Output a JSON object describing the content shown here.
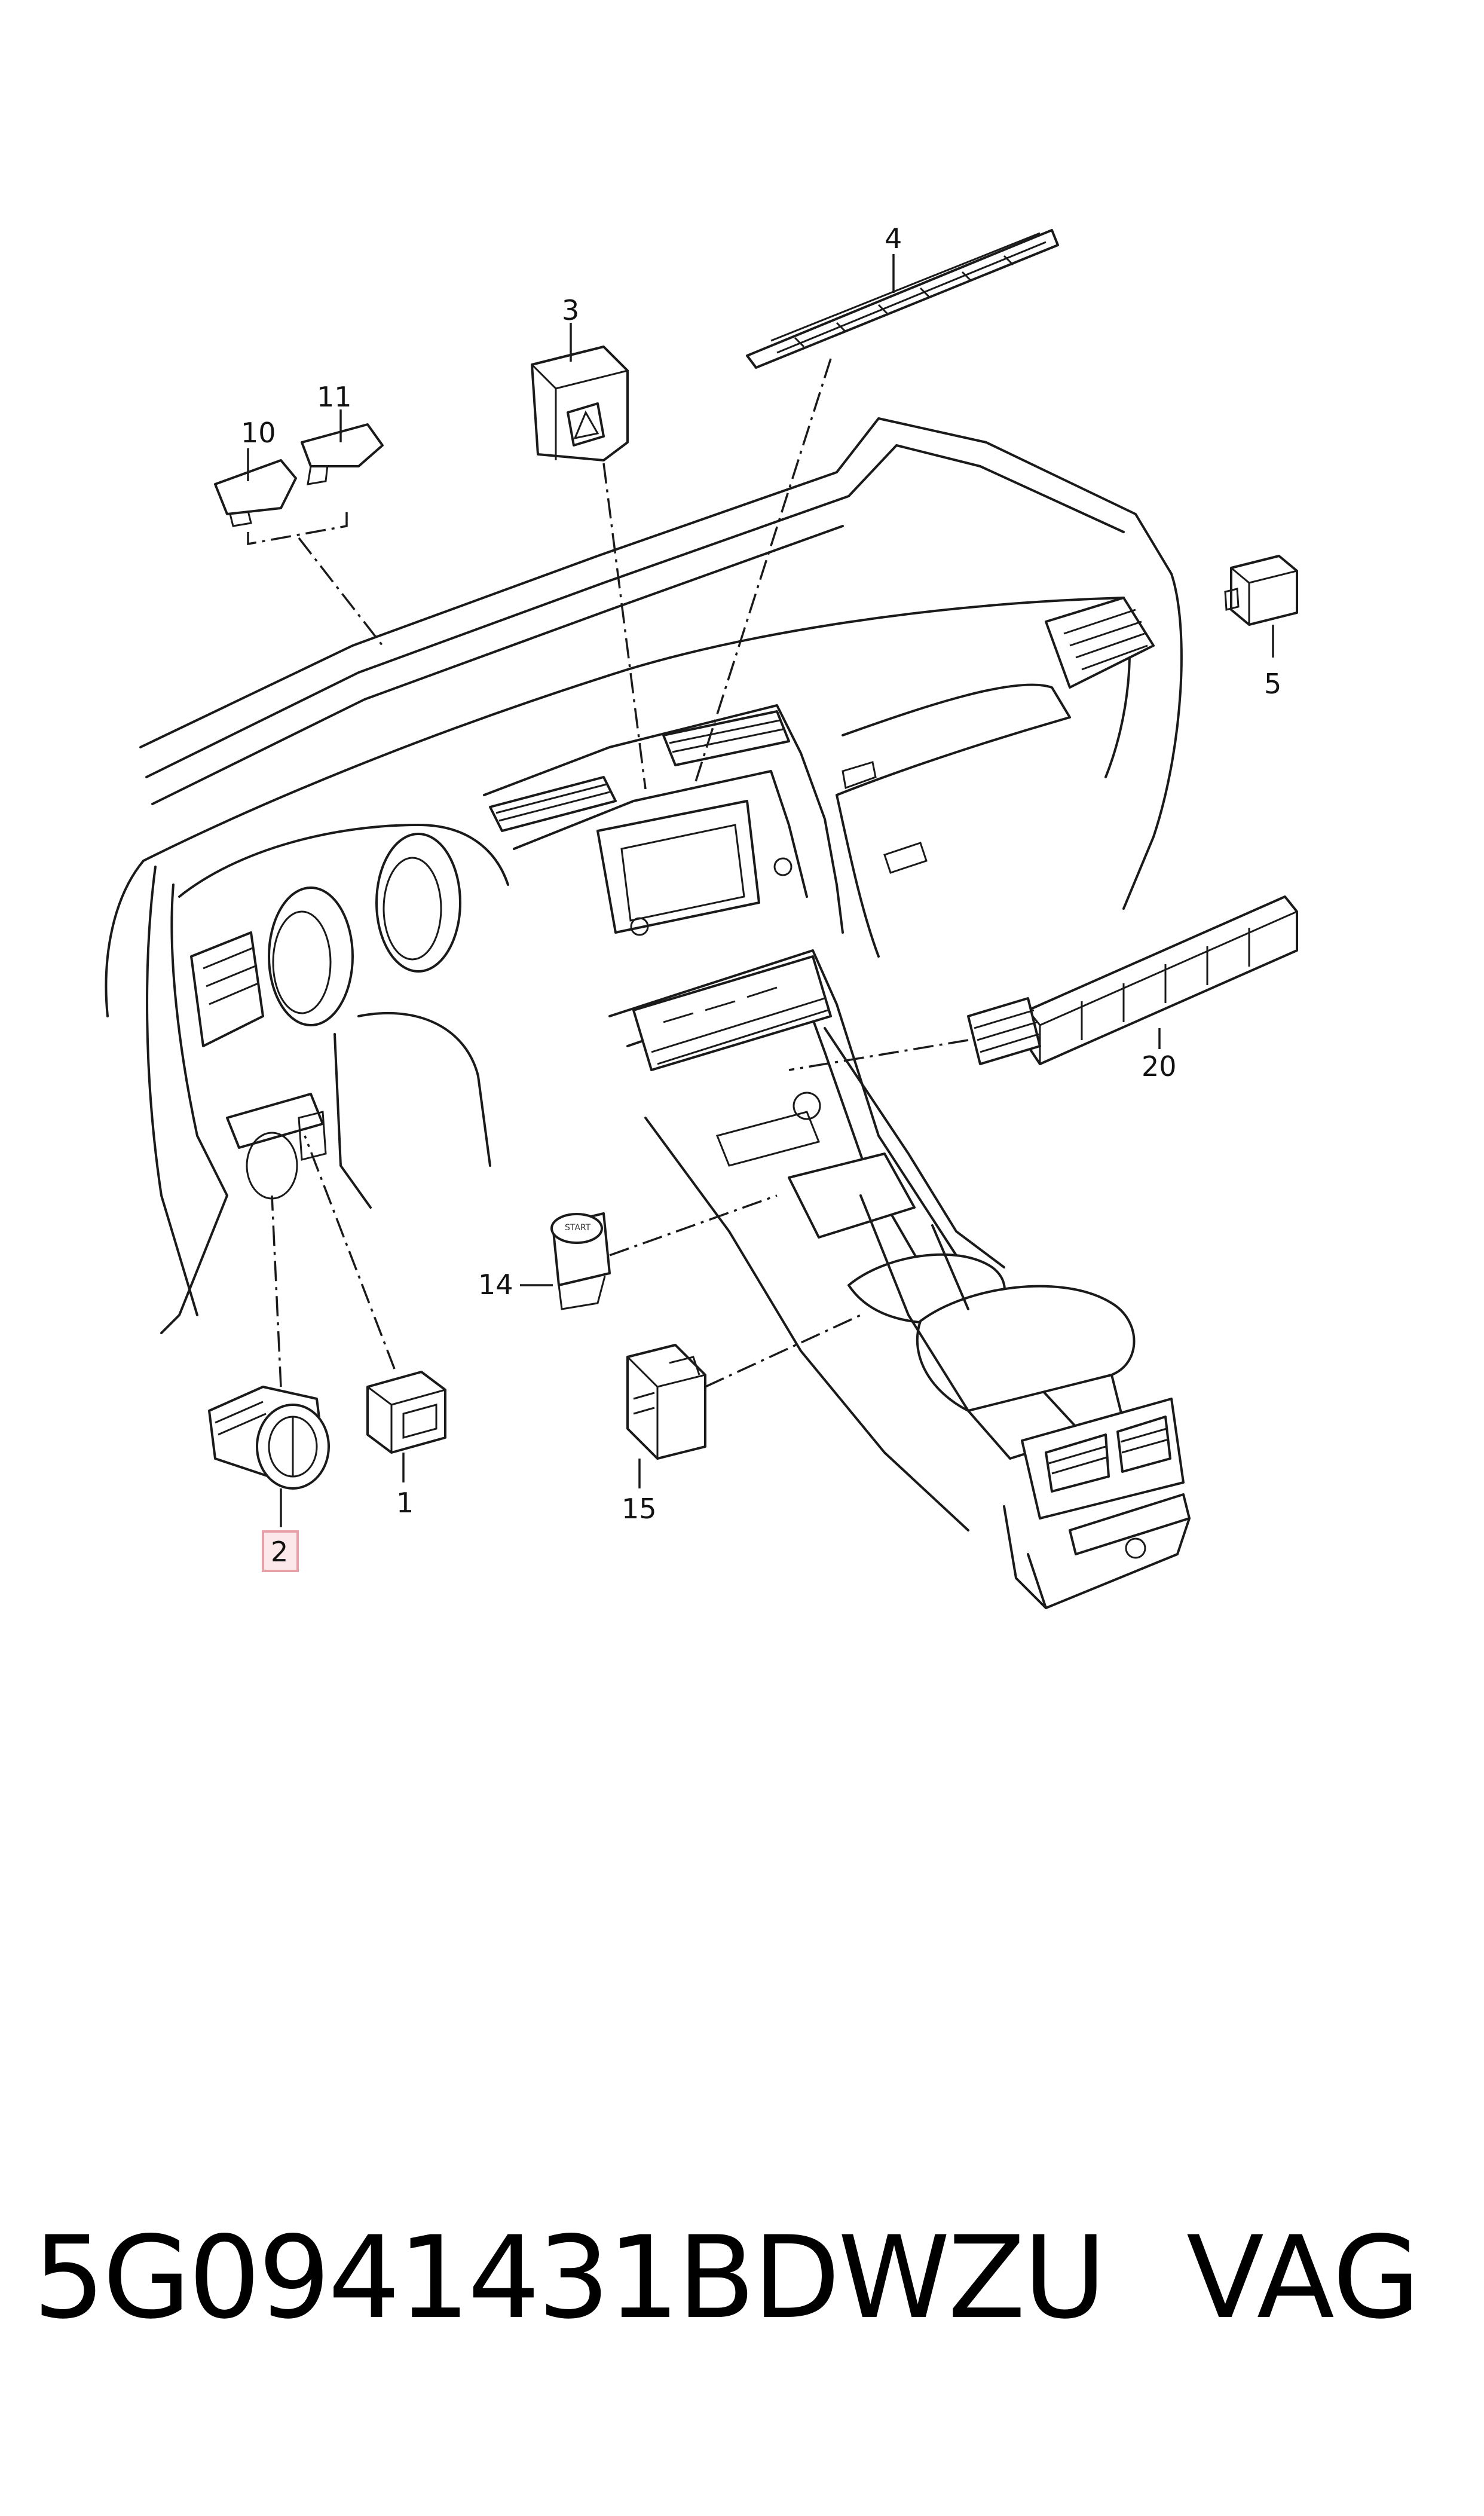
{
  "callouts": {
    "c1": "1",
    "c2": "2",
    "c3": "3",
    "c4": "4",
    "c5": "5",
    "c10": "10",
    "c11": "11",
    "c14": "14",
    "c15": "15",
    "c20": "20"
  },
  "highlight_color": "#e8a0a8",
  "footer": {
    "part_number": "5G0941431BDWZU",
    "brand": "VAG"
  }
}
